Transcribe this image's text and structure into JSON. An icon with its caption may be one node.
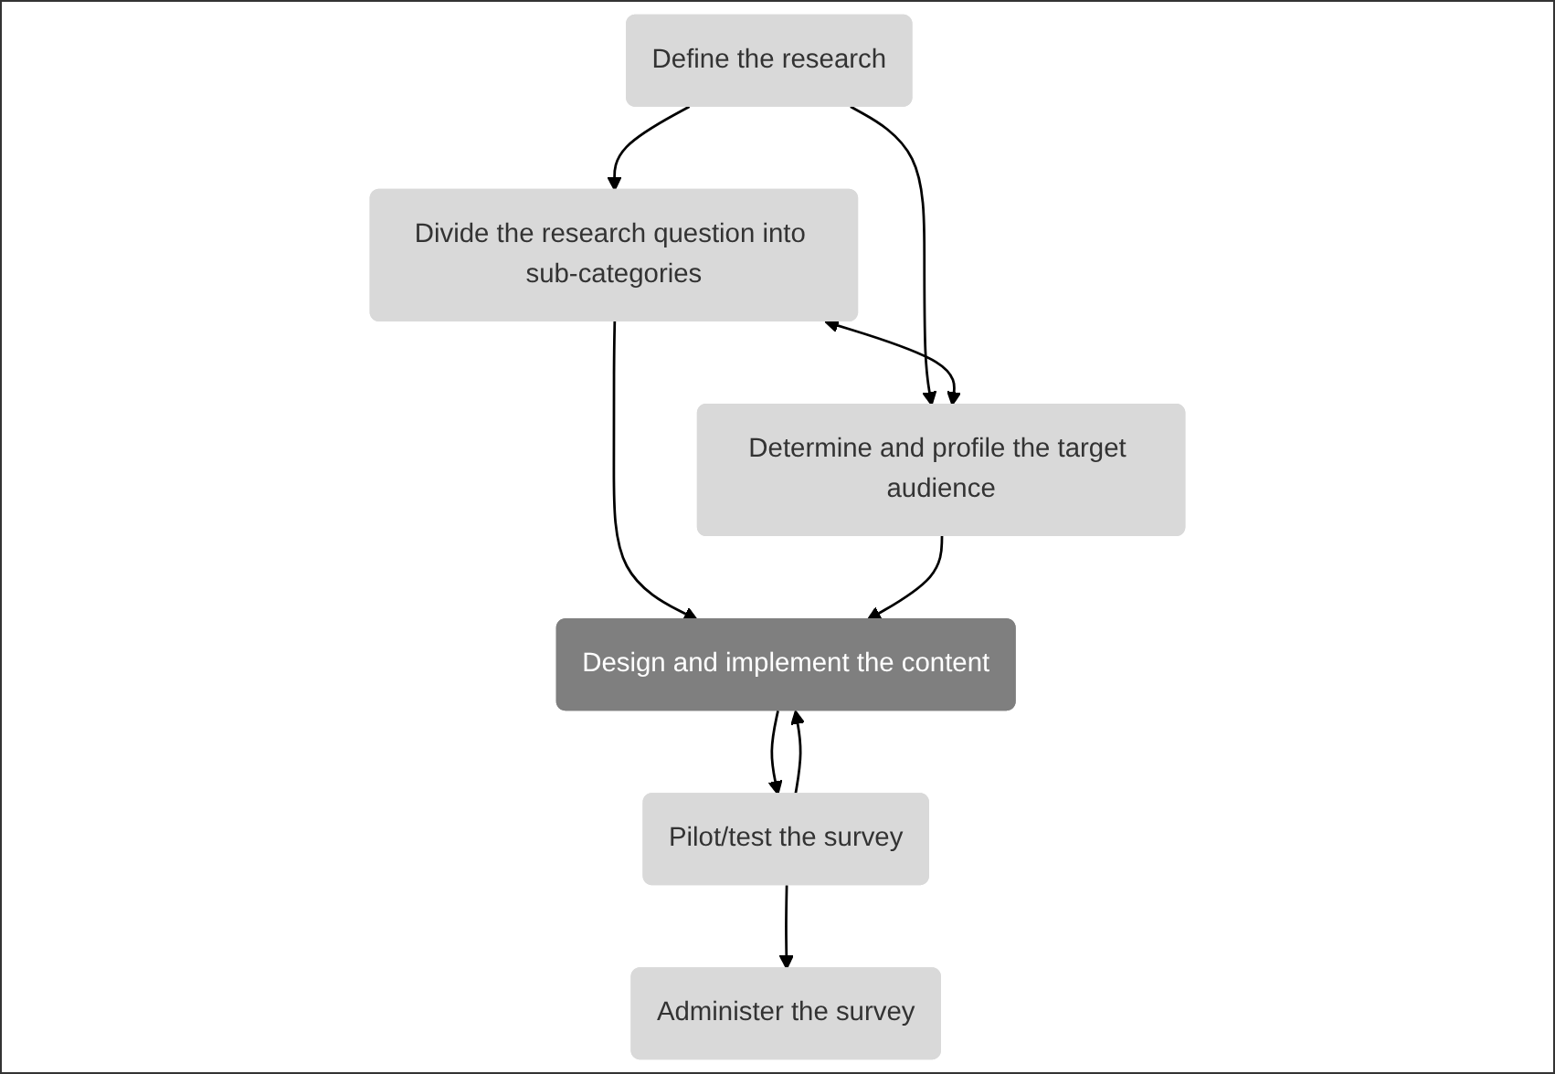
{
  "diagram": {
    "nodes": [
      {
        "text": [
          "Define the research"
        ]
      },
      {
        "text": [
          "Divide the research question into sub-categories"
        ]
      },
      {
        "text": [
          "Determine and profile the target audience"
        ]
      },
      {
        "text": [
          "Design and implement the content"
        ]
      },
      {
        "text": [
          "Pilot/test the survey"
        ]
      },
      {
        "text": [
          "Administer the survey"
        ]
      }
    ],
    "edges": [
      {
        "from": 0,
        "to": 1,
        "arrow": "to"
      },
      {
        "from": 0,
        "to": 2,
        "arrow": "to"
      },
      {
        "from": 1,
        "to": 2,
        "arrow": "both"
      },
      {
        "from": 1,
        "to": 3,
        "arrow": "to"
      },
      {
        "from": 2,
        "to": 3,
        "arrow": "to"
      },
      {
        "from": 3,
        "to": 4,
        "arrow": "to"
      },
      {
        "from": 4,
        "to": 3,
        "arrow": "to"
      },
      {
        "from": 4,
        "to": 5,
        "arrow": "to"
      }
    ]
  }
}
